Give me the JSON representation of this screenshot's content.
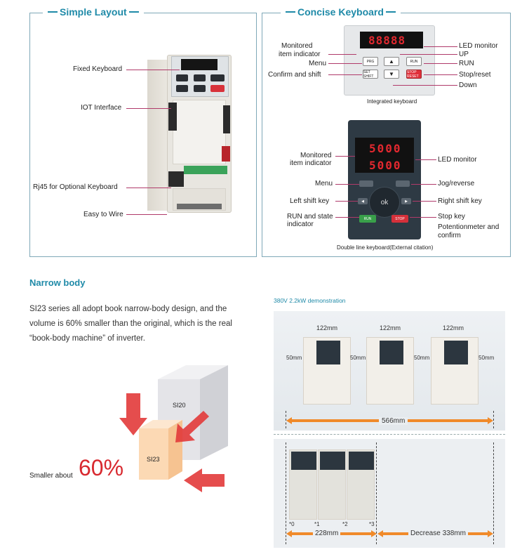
{
  "simple_layout": {
    "title": "Simple Layout",
    "labels": {
      "fixed_keyboard": "Fixed Keyboard",
      "iot_interface": "IOT Interface",
      "rj45": "Rj45 for Optional Keyboard",
      "easy_wire": "Easy to Wire"
    }
  },
  "concise_keyboard": {
    "title": "Concise Keyboard",
    "integrated": {
      "caption": "Integrated keyboard",
      "led_text": "88888",
      "left_labels": {
        "monitored": "Monitored",
        "item_indicator": "item indicator",
        "menu": "Menu",
        "confirm_shift": "Confirm and shift"
      },
      "right_labels": {
        "led_monitor": "LED monitor",
        "up": "UP",
        "run": "RUN",
        "stop_reset": "Stop/reset",
        "down": "Down"
      },
      "keys": {
        "prg": "PRG",
        "set_shift": "SET SHIFT",
        "run": "RUN",
        "stop_reset": "STOP RESET"
      }
    },
    "double_line": {
      "caption": "Double line keyboard(External citation)",
      "led_top": "5000",
      "led_bottom": "5000",
      "wheel_label": "ok",
      "run_key": "RUN",
      "stop_key": "STOP",
      "left_labels": {
        "monitored": "Monitored",
        "item_indicator": "item indicator",
        "menu": "Menu",
        "left_shift": "Left shift key",
        "run_state": "RUN and state",
        "indicator": "indicator"
      },
      "right_labels": {
        "led_monitor": "LED monitor",
        "jog_reverse": "Jog/reverse",
        "right_shift": "Right shift key",
        "stop_key": "Stop key",
        "potentiometer": "Potentionmeter and",
        "confirm": "confirm"
      }
    }
  },
  "narrow_body": {
    "title": "Narrow body",
    "paragraph": "SI23 series all adopt book narrow-body design, and the volume is 60% smaller than the original, which is the real “book-body machine” of inverter.",
    "big_cube_label": "SI20",
    "small_cube_label": "SI23",
    "smaller_about": "Smaller about",
    "percent": "60%"
  },
  "demo": {
    "caption": "380V  2.2kW demonstration",
    "widths": [
      "122mm",
      "122mm",
      "122mm"
    ],
    "gaps": [
      "50mm",
      "50mm",
      "50mm",
      "50mm"
    ],
    "total_top": "566mm",
    "indices": [
      "*0",
      "*1",
      "*2",
      "*3"
    ],
    "total_bottom": "228mm",
    "decrease": "Decrease 338mm"
  },
  "colors": {
    "accent": "#1f8aa8",
    "leader": "#b03a6a",
    "orange": "#f08a2a",
    "red_text": "#d8292f"
  }
}
